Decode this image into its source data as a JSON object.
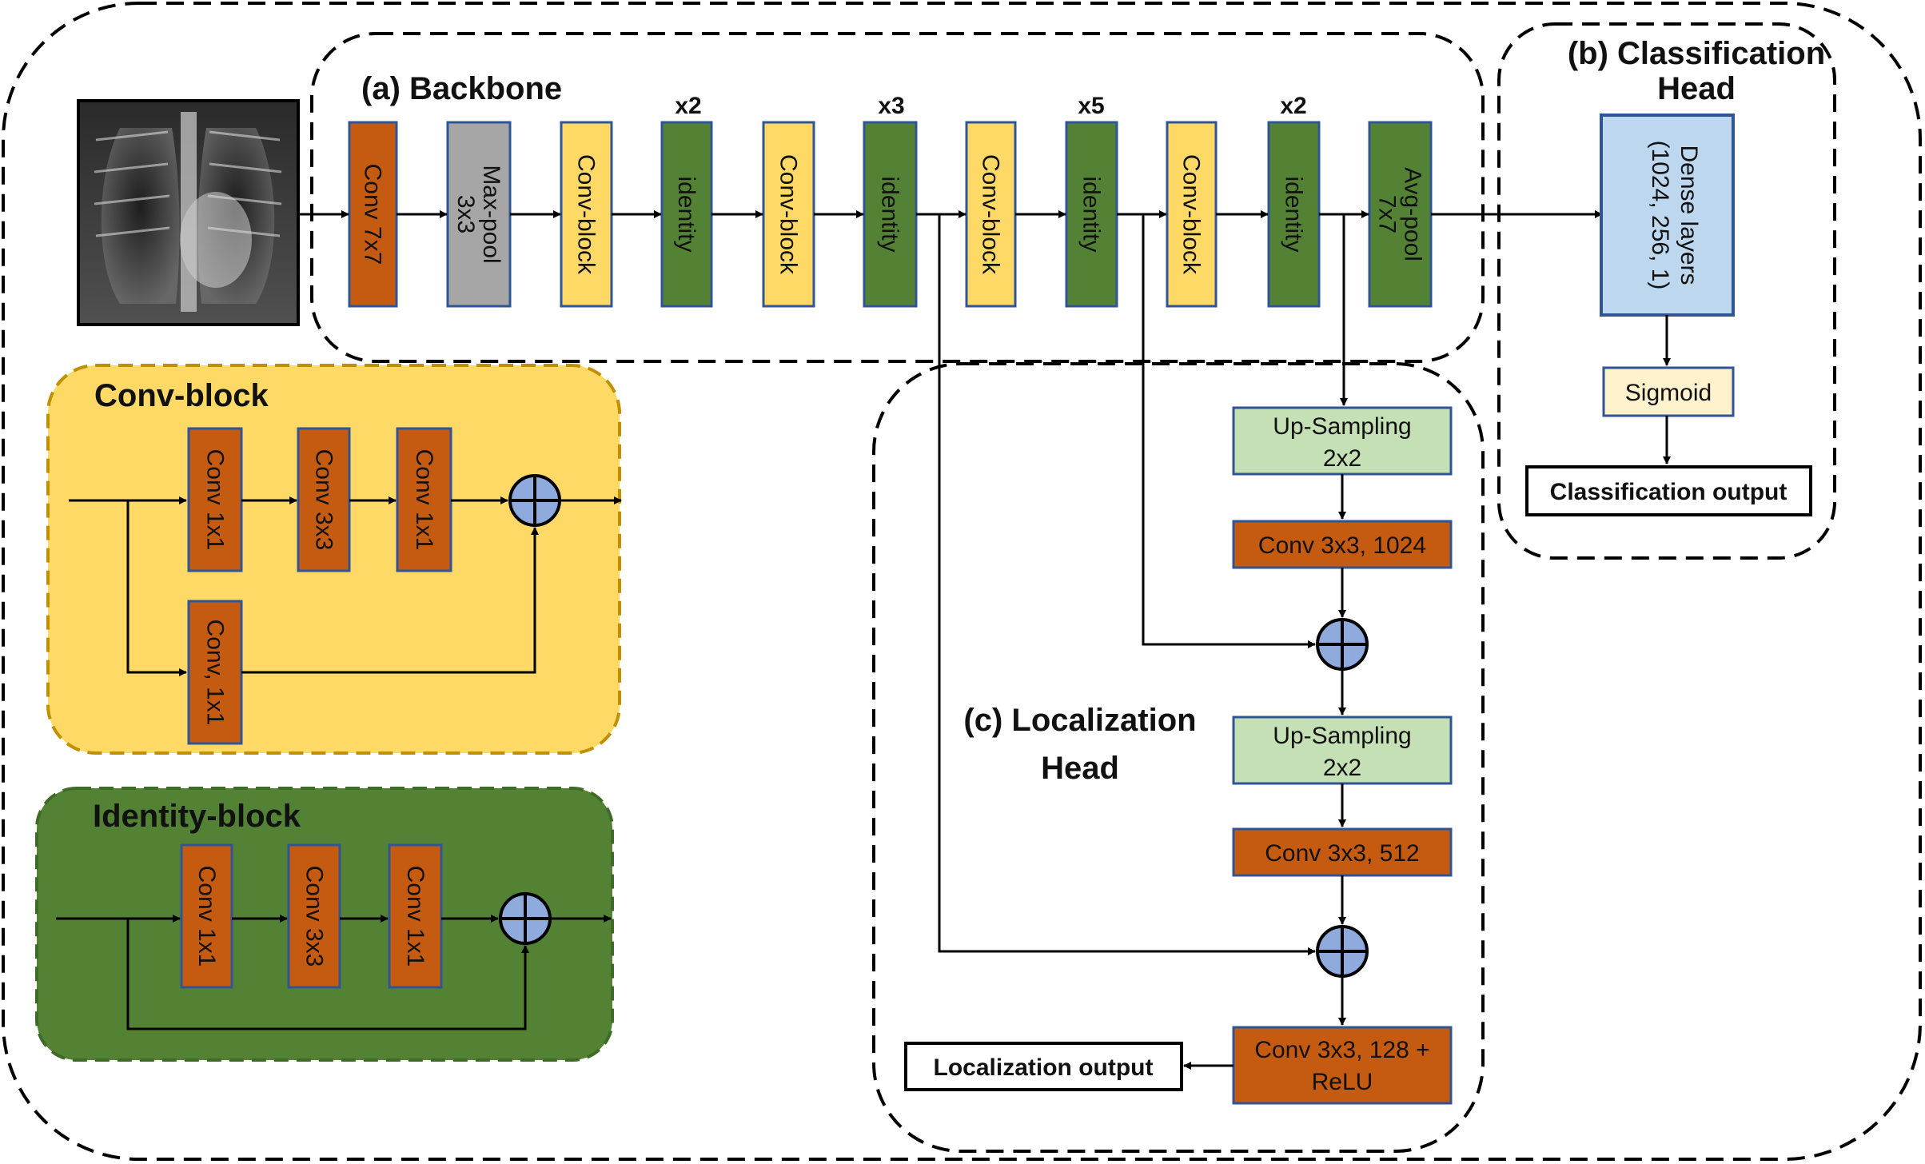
{
  "colors": {
    "conv": "#c55a11",
    "pool": "#a6a6a6",
    "convblock": "#ffd966",
    "identity": "#548235",
    "dense": "#bdd7ee",
    "sigmoid": "#fff2cc",
    "upsample": "#c5e0b4",
    "adder": "#8faadc",
    "border": "#2f5597",
    "convblock_panel": "#ffd966",
    "identity_panel": "#548235"
  },
  "icons": {
    "adder": "circled-plus-icon",
    "xray": "chest-xray-image"
  },
  "backbone": {
    "title": "(a) Backbone",
    "blocks": [
      "Conv 7x7",
      "Max-pool\n3x3",
      "Conv-block",
      "identity",
      "Conv-block",
      "identity",
      "Conv-block",
      "identity",
      "Conv-block",
      "identity",
      "Avg-pool\n7x7"
    ],
    "repeats": [
      "x2",
      "x3",
      "x5",
      "x2"
    ]
  },
  "classification": {
    "title": "(b) Classification\nHead",
    "dense": "Dense layers\n(1024, 256, 1)",
    "sigmoid": "Sigmoid",
    "output": "Classification output"
  },
  "localization": {
    "title": "(c) Localization\nHead",
    "upsample1": "Up-Sampling\n2x2",
    "conv1": "Conv 3x3, 1024",
    "upsample2": "Up-Sampling\n2x2",
    "conv2": "Conv 3x3, 512",
    "conv3": "Conv 3x3, 128 +\nReLU",
    "output": "Localization output"
  },
  "convblock": {
    "title": "Conv-block",
    "main": [
      "Conv 1x1",
      "Conv 3x3",
      "Conv 1x1"
    ],
    "shortcut": "Conv, 1x1"
  },
  "identityblock": {
    "title": "Identity-block",
    "main": [
      "Conv 1x1",
      "Conv 3x3",
      "Conv 1x1"
    ]
  }
}
